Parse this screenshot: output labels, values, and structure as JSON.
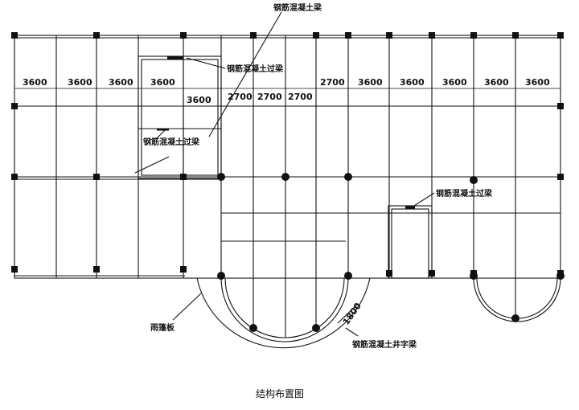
{
  "title": "结构布置图",
  "annotations": {
    "beam_top": "钢筋混凝土梁",
    "lintel_1": "钢筋混凝土过梁",
    "lintel_2": "钢筋混凝土过梁",
    "lintel_3": "钢筋混凝土过梁",
    "canopy": "雨篷板",
    "waffle_beam": "钢筋混凝土井字梁"
  },
  "dimensions": {
    "span_1": "3600",
    "span_2": "3600",
    "span_3": "3600",
    "span_4": "3600",
    "span_5": "3600",
    "span_6": "2700",
    "span_7": "2700",
    "span_8": "2700",
    "span_9": "2700",
    "span_10": "3600",
    "span_11": "3600",
    "span_12": "3600",
    "span_13": "3600",
    "span_14": "3600",
    "radius": "1800"
  },
  "colors": {
    "line": "#111111",
    "background": "#ffffff"
  }
}
